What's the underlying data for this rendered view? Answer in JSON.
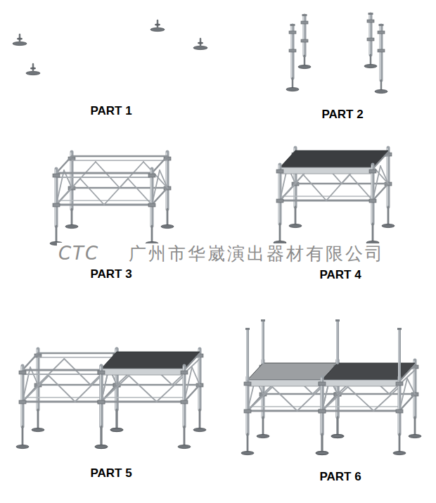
{
  "diagram": {
    "labels": [
      "PART 1",
      "PART 2",
      "PART 3",
      "PART 4",
      "PART 5",
      "PART 6",
      "CTC",
      "广州市华崴演出器材有限公司"
    ]
  }
}
